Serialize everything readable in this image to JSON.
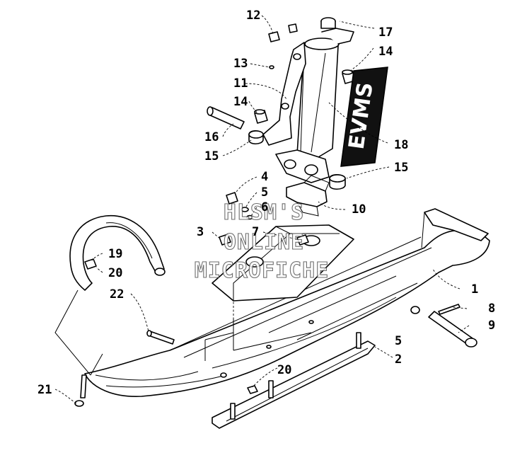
{
  "callouts": {
    "c1": "1",
    "c2": "2",
    "c3": "3",
    "c4": "4",
    "c5a": "5",
    "c5b": "5",
    "c6": "6",
    "c7": "7",
    "c8": "8",
    "c9": "9",
    "c10": "10",
    "c11": "11",
    "c12": "12",
    "c13": "13",
    "c14a": "14",
    "c14b": "14",
    "c15a": "15",
    "c15b": "15",
    "c16": "16",
    "c17": "17",
    "c18": "18",
    "c19": "19",
    "c20a": "20",
    "c20b": "20",
    "c21": "21",
    "c22": "22"
  },
  "watermark": {
    "line1": "HLSM'S",
    "line2": "ONLINE",
    "line3": "MICROFICHE"
  },
  "decal": {
    "text": "EVMS"
  },
  "colors": {
    "ink": "#000000",
    "paper": "#ffffff",
    "decal_bg": "#111111"
  }
}
